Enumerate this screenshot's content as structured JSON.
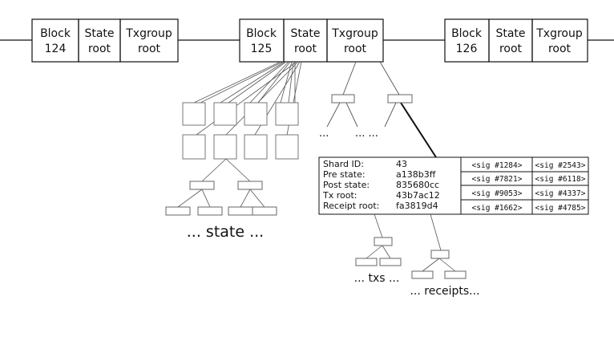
{
  "blocks": [
    {
      "block_label": [
        "Block",
        "124"
      ],
      "state_label": [
        "State",
        "root"
      ],
      "txgroup_label": [
        "Txgroup",
        "root"
      ]
    },
    {
      "block_label": [
        "Block",
        "125"
      ],
      "state_label": [
        "State",
        "root"
      ],
      "txgroup_label": [
        "Txgroup",
        "root"
      ]
    },
    {
      "block_label": [
        "Block",
        "126"
      ],
      "state_label": [
        "State",
        "root"
      ],
      "txgroup_label": [
        "Txgroup",
        "root"
      ]
    }
  ],
  "state_caption": "... state ...",
  "txgroup_ellipses": [
    "...",
    "... ..."
  ],
  "shard_header": {
    "fields": [
      {
        "label": "Shard ID:",
        "value": "43"
      },
      {
        "label": "Pre state:",
        "value": "a138b3ff"
      },
      {
        "label": "Post state:",
        "value": "835680cc"
      },
      {
        "label": "Tx root:",
        "value": "43b7ac12"
      },
      {
        "label": "Receipt root:",
        "value": "fa3819d4"
      }
    ],
    "signatures": [
      [
        "<sig #1284>",
        "<sig #2543>"
      ],
      [
        "<sig #7821>",
        "<sig #6118>"
      ],
      [
        "<sig #9053>",
        "<sig #4337>"
      ],
      [
        "<sig #1662>",
        "<sig #4785>"
      ]
    ]
  },
  "txs_caption": "... txs ...",
  "receipts_caption": "... receipts..."
}
